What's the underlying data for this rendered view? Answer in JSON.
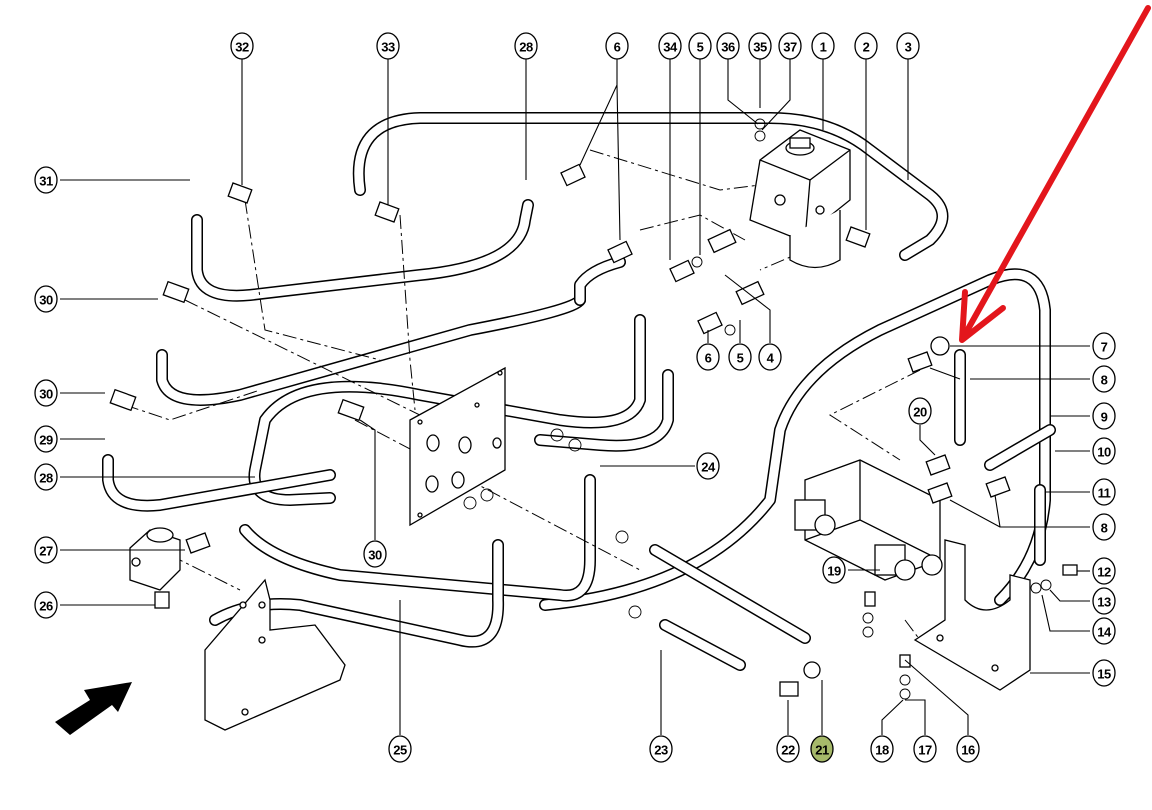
{
  "title": "Hydraulic hose routing exploded parts diagram",
  "highlight_color": "#a6b96a",
  "annotation_arrow_color": "#e3161c",
  "callouts": [
    {
      "id": "c32",
      "label": "32"
    },
    {
      "id": "c33",
      "label": "33"
    },
    {
      "id": "c28a",
      "label": "28"
    },
    {
      "id": "c6a",
      "label": "6"
    },
    {
      "id": "c34",
      "label": "34"
    },
    {
      "id": "c5a",
      "label": "5"
    },
    {
      "id": "c36",
      "label": "36"
    },
    {
      "id": "c35",
      "label": "35"
    },
    {
      "id": "c37",
      "label": "37"
    },
    {
      "id": "c1",
      "label": "1"
    },
    {
      "id": "c2",
      "label": "2"
    },
    {
      "id": "c3",
      "label": "3"
    },
    {
      "id": "c31",
      "label": "31"
    },
    {
      "id": "c30a",
      "label": "30"
    },
    {
      "id": "c30b",
      "label": "30"
    },
    {
      "id": "c29",
      "label": "29"
    },
    {
      "id": "c28b",
      "label": "28"
    },
    {
      "id": "c27",
      "label": "27"
    },
    {
      "id": "c26",
      "label": "26"
    },
    {
      "id": "c30c",
      "label": "30"
    },
    {
      "id": "c6b",
      "label": "6"
    },
    {
      "id": "c5b",
      "label": "5"
    },
    {
      "id": "c4",
      "label": "4"
    },
    {
      "id": "c24",
      "label": "24"
    },
    {
      "id": "c20",
      "label": "20"
    },
    {
      "id": "c19",
      "label": "19"
    },
    {
      "id": "c7",
      "label": "7"
    },
    {
      "id": "c8a",
      "label": "8"
    },
    {
      "id": "c9",
      "label": "9"
    },
    {
      "id": "c10",
      "label": "10"
    },
    {
      "id": "c11",
      "label": "11"
    },
    {
      "id": "c8b",
      "label": "8"
    },
    {
      "id": "c12",
      "label": "12"
    },
    {
      "id": "c13",
      "label": "13"
    },
    {
      "id": "c14",
      "label": "14"
    },
    {
      "id": "c15",
      "label": "15"
    },
    {
      "id": "c25",
      "label": "25"
    },
    {
      "id": "c23",
      "label": "23"
    },
    {
      "id": "c22",
      "label": "22"
    },
    {
      "id": "c21",
      "label": "21",
      "highlighted": true
    },
    {
      "id": "c18",
      "label": "18"
    },
    {
      "id": "c17",
      "label": "17"
    },
    {
      "id": "c16",
      "label": "16"
    }
  ]
}
